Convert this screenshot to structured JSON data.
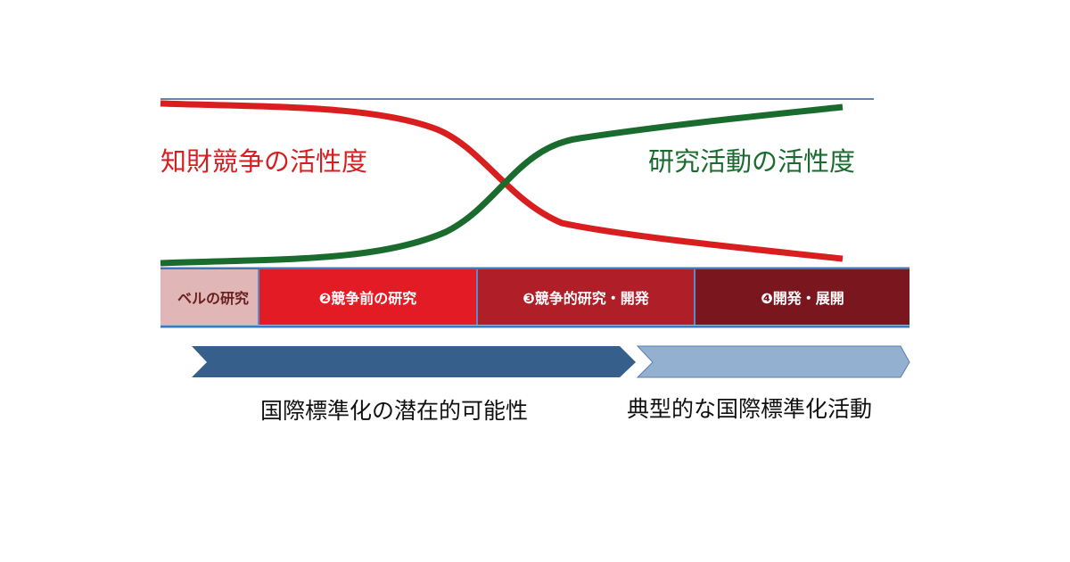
{
  "curves": {
    "ip_label": "知財競争の活性度",
    "research_label": "研究活動の活性度",
    "ip_color": "#d81e1e",
    "research_color": "#1a6b2e"
  },
  "stages": [
    {
      "label": "ベルの研究",
      "color": "#e0b6b6",
      "text_color": "#6a2020"
    },
    {
      "label": "❷競争前の研究",
      "color": "#e31b25",
      "text_color": "#ffffff"
    },
    {
      "label": "❸競争的研究・開発",
      "color": "#b01f28",
      "text_color": "#ffffff"
    },
    {
      "label": "❹開発・展開",
      "color": "#7a171e",
      "text_color": "#ffffff"
    }
  ],
  "arrows": [
    {
      "label": "国際標準化の潜在的可能性",
      "color": "#365f8c"
    },
    {
      "label": "典型的な国際標準化活動",
      "color": "#93b0d1"
    }
  ]
}
